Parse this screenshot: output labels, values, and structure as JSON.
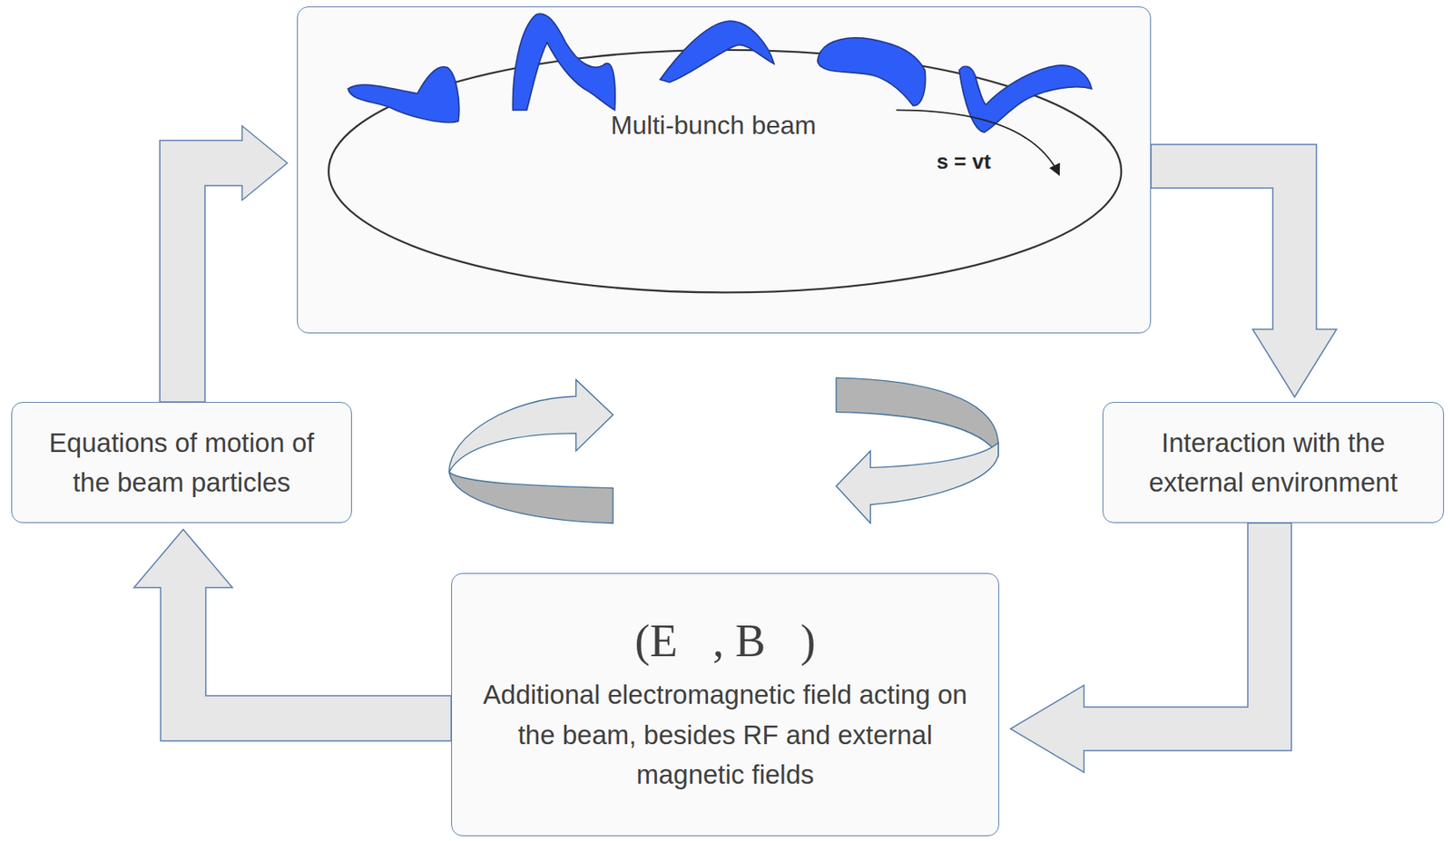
{
  "diagram": {
    "nodes": [
      {
        "text": [
          "Multi-bunch beam"
        ]
      },
      {
        "text": [
          "Interaction with the external environment"
        ]
      },
      {
        "text": [
          "(E⃗, B⃗)",
          "Additional electromagnetic field acting on the beam, besides RF and external magnetic fields"
        ]
      },
      {
        "text": [
          "Equations of motion of the beam particles"
        ]
      }
    ],
    "edges": [
      {
        "from": 0,
        "to": 1,
        "arrow": "to"
      },
      {
        "from": 1,
        "to": 2,
        "arrow": "to"
      },
      {
        "from": 2,
        "to": 3,
        "arrow": "to"
      },
      {
        "from": 3,
        "to": 0,
        "arrow": "to"
      }
    ],
    "labels": [
      "s = vt"
    ]
  }
}
